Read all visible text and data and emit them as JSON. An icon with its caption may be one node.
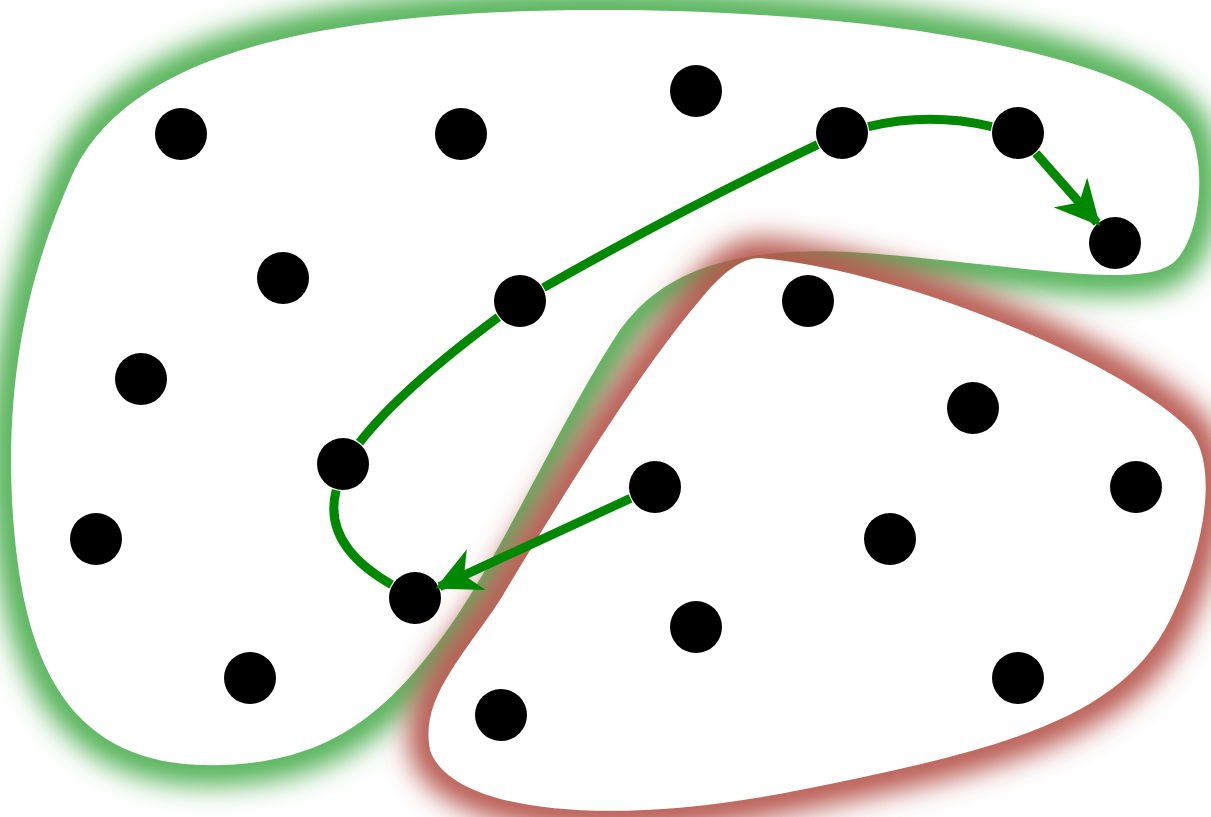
{
  "diagram": {
    "nodes": [
      {
        "text": [],
        "shape": "blob"
      },
      {
        "text": [],
        "shape": "blob"
      },
      {
        "text": [],
        "shape": "circle",
        "in": 0
      },
      {
        "text": [],
        "shape": "circle",
        "in": 0
      },
      {
        "text": [],
        "shape": "circle",
        "in": 0
      },
      {
        "text": [],
        "shape": "circle",
        "in": 0
      },
      {
        "text": [],
        "shape": "circle",
        "in": 0
      },
      {
        "text": [],
        "shape": "circle",
        "in": 0
      },
      {
        "text": [],
        "shape": "circle",
        "in": 0
      },
      {
        "text": [],
        "shape": "circle",
        "in": 0
      },
      {
        "text": [],
        "shape": "circle",
        "in": 1
      },
      {
        "text": [],
        "shape": "circle",
        "in": 0
      },
      {
        "text": [],
        "shape": "circle",
        "in": 1
      },
      {
        "text": [],
        "shape": "circle",
        "in": 0
      },
      {
        "text": [],
        "shape": "circle",
        "in": 1
      },
      {
        "text": [],
        "shape": "circle",
        "in": 1
      },
      {
        "text": [],
        "shape": "circle",
        "in": 0
      },
      {
        "text": [],
        "shape": "circle",
        "in": 1
      },
      {
        "text": [],
        "shape": "circle",
        "in": 0
      },
      {
        "text": [],
        "shape": "circle",
        "in": 1
      },
      {
        "text": [],
        "shape": "circle",
        "in": 0
      },
      {
        "text": [],
        "shape": "circle",
        "in": 1
      },
      {
        "text": [],
        "shape": "circle",
        "in": 1
      }
    ],
    "edges": [
      {
        "from": 18,
        "to": 13,
        "arrow": "none"
      },
      {
        "from": 13,
        "to": 9,
        "arrow": "none"
      },
      {
        "from": 9,
        "to": 5,
        "arrow": "none"
      },
      {
        "from": 5,
        "to": 6,
        "arrow": "none"
      },
      {
        "from": 6,
        "to": 7,
        "arrow": "to"
      },
      {
        "from": 14,
        "to": 18,
        "arrow": "to"
      }
    ]
  }
}
